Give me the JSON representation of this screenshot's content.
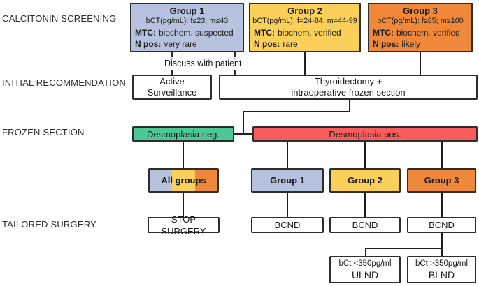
{
  "row_labels": {
    "screening": "CALCITONIN SCREENING",
    "recommendation": "INITIAL RECOMMENDATION",
    "frozen": "FROZEN SECTION",
    "surgery": "TAILORED SURGERY"
  },
  "colors": {
    "group1": "#b6c2de",
    "group2": "#fbd05a",
    "group3": "#f0883c",
    "desmoplasia_neg": "#4cc796",
    "desmoplasia_pos": "#f75d5d"
  },
  "screening_groups": [
    {
      "title": "Group 1",
      "bct": "bCT(pg/mL): f≤23; m≤43",
      "mtc_label": "MTC:",
      "mtc_value": "biochem. suspected",
      "npos_label": "N pos:",
      "npos_value": "very rare"
    },
    {
      "title": "Group 2",
      "bct": "bCT(pg/mL): f=24-84; m=44-99",
      "mtc_label": "MTC:",
      "mtc_value": "biochem. verified",
      "npos_label": "N pos:",
      "npos_value": "rare"
    },
    {
      "title": "Group 3",
      "bct": "bCT(pg/mL): f≥85; m≥100",
      "mtc_label": "MTC:",
      "mtc_value": "biochem. verified",
      "npos_label": "N pos:",
      "npos_value": "likely"
    }
  ],
  "discuss_note": "Discuss with patient",
  "recommendations": {
    "active_line1": "Active",
    "active_line2": "Surveillance",
    "thyro_line1": "Thyroidectomy +",
    "thyro_line2": "intraoperative frozen section"
  },
  "frozen_results": {
    "negative": "Desmoplasia neg.",
    "positive": "Desmoplasia pos."
  },
  "pathway_groups": {
    "all": "All groups",
    "g1": "Group 1",
    "g2": "Group 2",
    "g3": "Group 3"
  },
  "surgery_outcomes": {
    "stop": "STOP SURGERY",
    "bcnd": "BCND"
  },
  "bct_split": [
    {
      "criterion": "bCt <350pg/ml",
      "procedure": "ULND"
    },
    {
      "criterion": "bCt >350pg/ml",
      "procedure": "BLND"
    }
  ]
}
